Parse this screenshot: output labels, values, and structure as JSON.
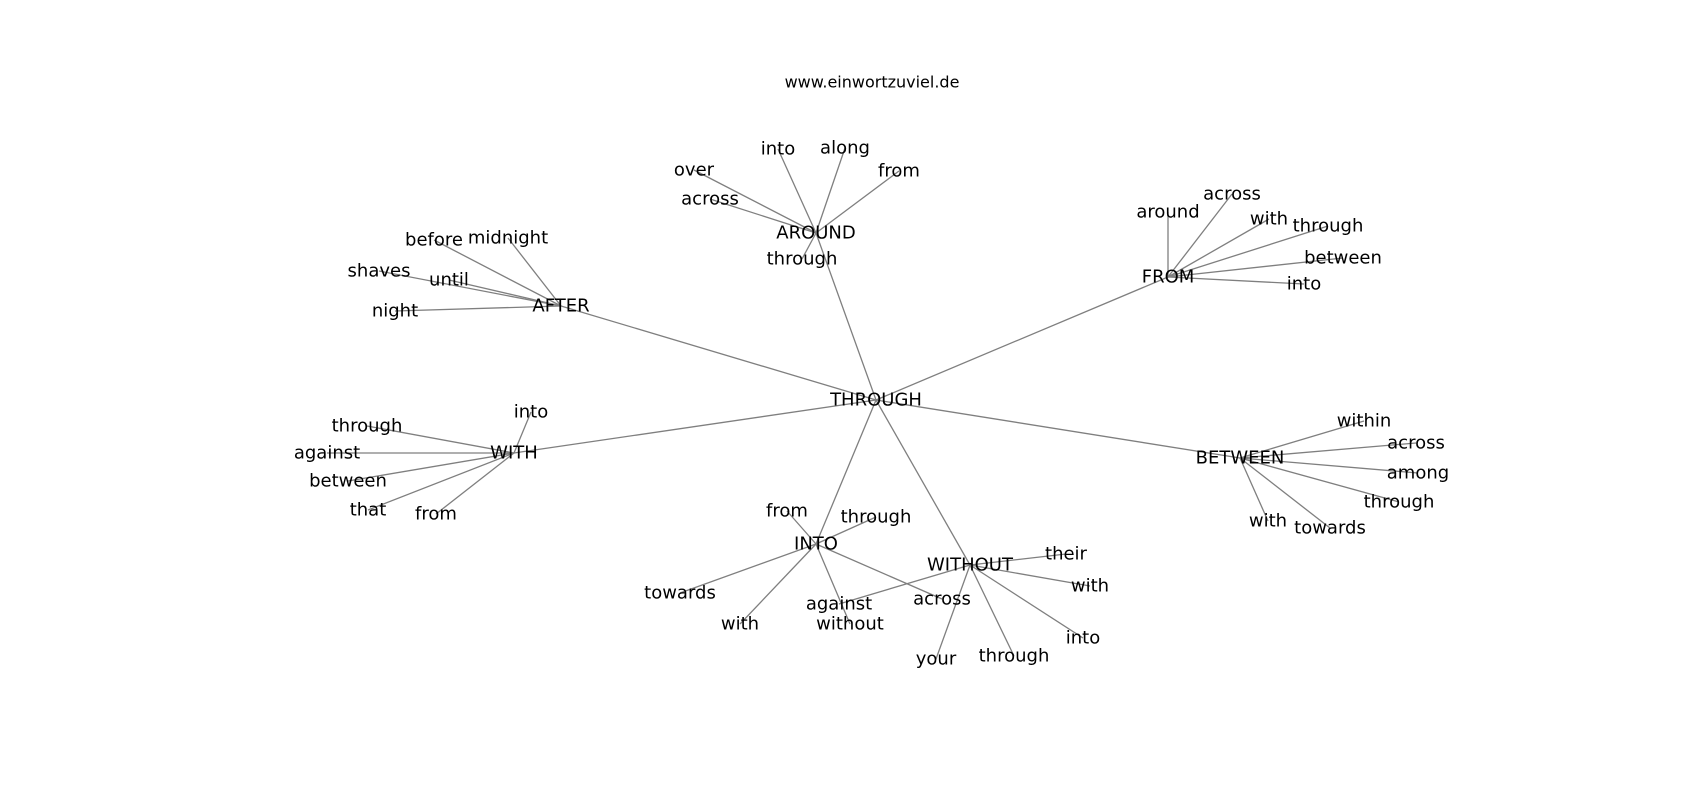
{
  "header": {
    "site_url": "www.einwortzuviel.de"
  },
  "graph": {
    "edge_color": "#7f7f7f",
    "text_color": "#000000",
    "center": {
      "id": "THROUGH",
      "label": "THROUGH"
    },
    "hubs": [
      {
        "id": "AROUND",
        "label": "AROUND",
        "leaves": [
          "over",
          "into",
          "along",
          "from",
          "across",
          "through"
        ]
      },
      {
        "id": "AFTER",
        "label": "AFTER",
        "leaves": [
          "before",
          "midnight",
          "shaves",
          "until",
          "night"
        ]
      },
      {
        "id": "FROM",
        "label": "FROM",
        "leaves": [
          "around",
          "across",
          "with",
          "through",
          "between",
          "into"
        ]
      },
      {
        "id": "WITH",
        "label": "WITH",
        "leaves": [
          "into",
          "through",
          "against",
          "between",
          "that",
          "from"
        ]
      },
      {
        "id": "BETWEEN",
        "label": "BETWEEN",
        "leaves": [
          "within",
          "across",
          "among",
          "through",
          "towards",
          "with"
        ]
      },
      {
        "id": "INTO",
        "label": "INTO",
        "leaves": [
          "from",
          "through",
          "towards",
          "with",
          "without",
          "across"
        ]
      },
      {
        "id": "WITHOUT",
        "label": "WITHOUT",
        "leaves": [
          "their",
          "with",
          "into",
          "through",
          "your",
          "against"
        ]
      }
    ]
  }
}
